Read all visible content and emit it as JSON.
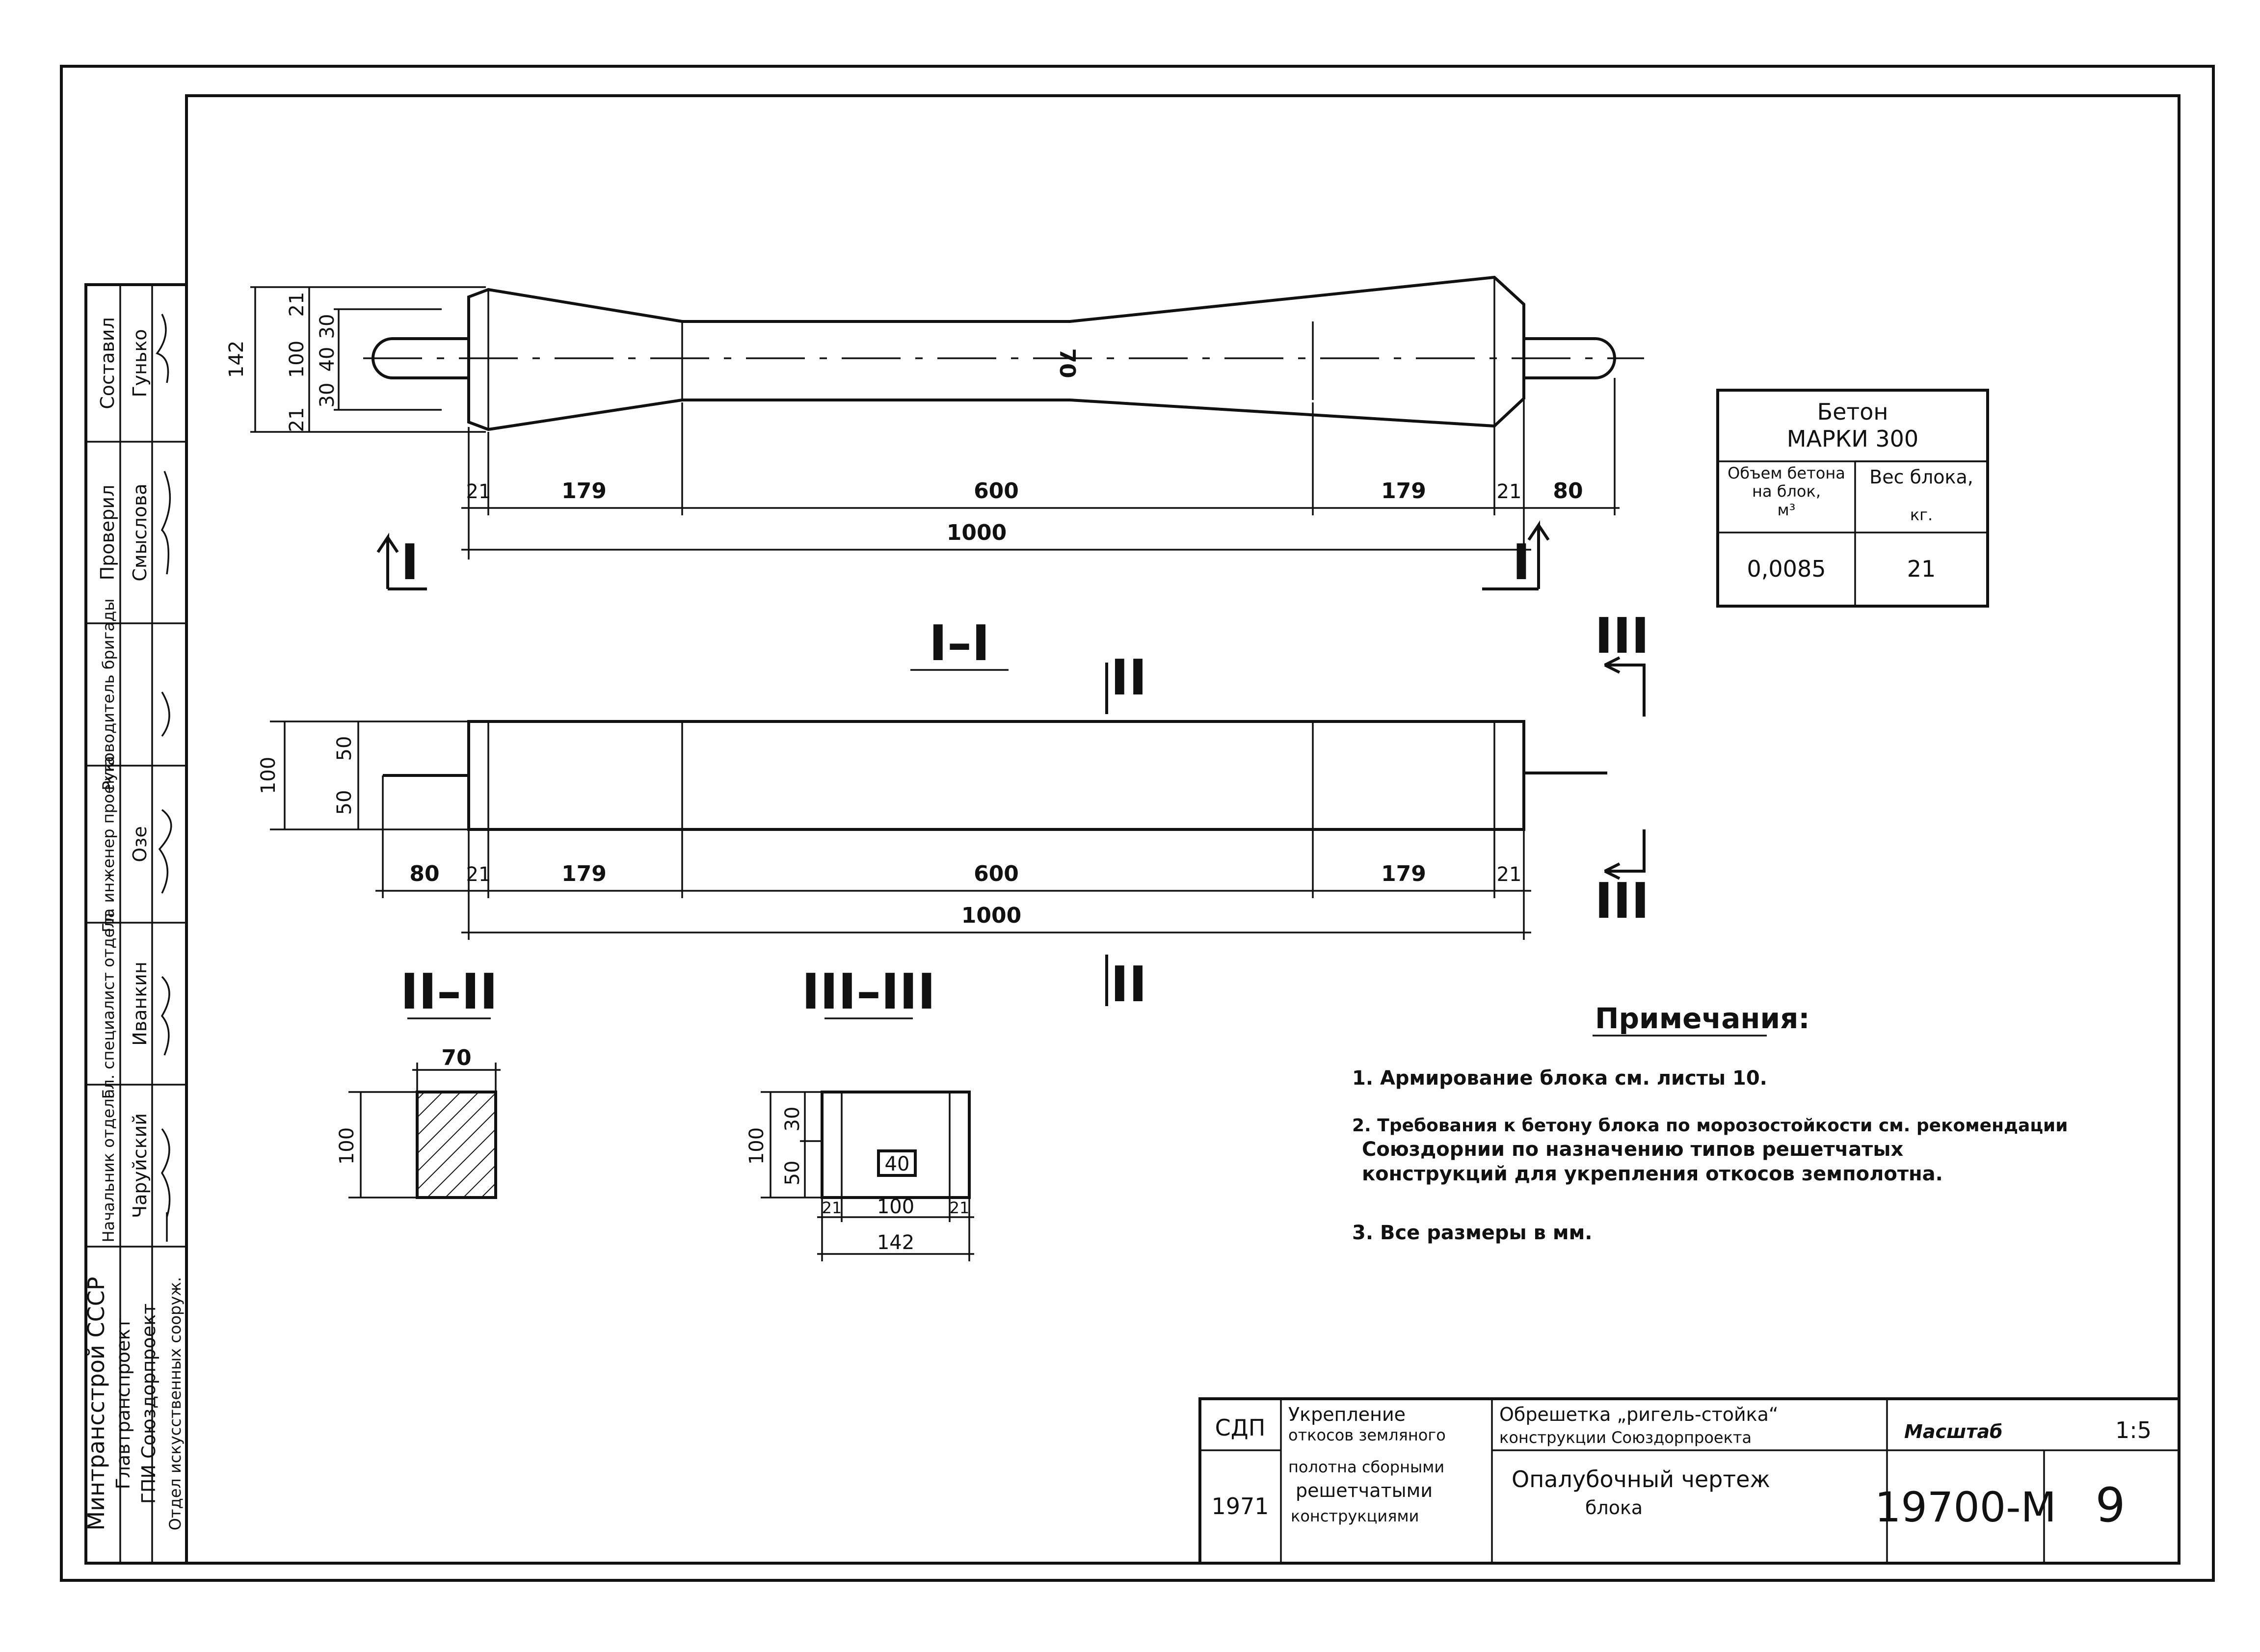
{
  "colors": {
    "ink": "#111111",
    "paper": "#ffffff"
  },
  "icons": [
    "section-arrow-icon",
    "hatch-pattern-icon"
  ],
  "plan_view": {
    "dims_left": {
      "total": "142",
      "top": "21",
      "bottom": "21",
      "mid": "100",
      "a": "30",
      "b": "40",
      "c": "30"
    },
    "center_mark": "70",
    "dims_bottom": {
      "d1": "21",
      "d2": "179",
      "d3": "600",
      "d4": "179",
      "d5": "21",
      "d6": "80",
      "overall": "1000"
    },
    "section_mark_left": "I",
    "section_mark_right": "I"
  },
  "section_I_title": "I–I",
  "elevation_view": {
    "dims_left": {
      "total": "100",
      "top": "50",
      "bottom": "50"
    },
    "dims_bottom": {
      "d1": "80",
      "d2": "21",
      "d3": "179",
      "d4": "600",
      "d5": "179",
      "d6": "21",
      "overall": "1000"
    },
    "mark_II_top": "II",
    "mark_II_bottom": "II",
    "mark_III_top": "III",
    "mark_III_bottom": "III"
  },
  "section_II": {
    "title": "II–II",
    "width": "70",
    "height": "100"
  },
  "section_III": {
    "title": "III–III",
    "height": "100",
    "h1": "30",
    "h2": "50",
    "inner": "40",
    "w1": "21",
    "w2": "100",
    "w3": "21",
    "overall": "142"
  },
  "concrete_table": {
    "header": "Бетон",
    "header2": "МАРКИ 300",
    "col1_label1": "Объем бетона",
    "col1_label2": "на блок,",
    "col1_label3": "м³",
    "col2_label1": "Вес блока,",
    "col2_label2": "кг.",
    "volume": "0,0085",
    "weight": "21"
  },
  "notes": {
    "title": "Примечания:",
    "n1": "1. Армирование блока см. листы 10.",
    "n2a": "2. Требования к бетону блока по морозостойкости см. рекомендации",
    "n2b": "Союздорнии по назначению типов решетчатых",
    "n2c": "конструкций для укрепления откосов земполотна.",
    "n3": "3. Все размеры в мм."
  },
  "side_stamp": {
    "org1": "Минтрансстрой СССР",
    "org2": "Главтранспроект",
    "org3": "ГПИ Союздорпроект",
    "org4": "Отдел искусственных сооруж.",
    "role1": "Начальник отдела",
    "name1": "Чаруйский",
    "role2": "Гл. специалист отдела",
    "name2": "Иванкин",
    "role3": "Гл. инженер проекта",
    "name3": "Озе",
    "role4": "Руководитель бригады",
    "name4": "",
    "role5": "Проверил",
    "name5": "Смыслова",
    "role6": "Составил",
    "name6": "Гунько"
  },
  "title_block": {
    "code": "СДП",
    "year": "1971",
    "desc1": "Укрепление",
    "desc2": "откосов земляного",
    "desc3": "полотна сборными",
    "desc4": "решетчатыми",
    "desc5": "конструкциями",
    "subject1": "Обрешетка „ригель-стойка“",
    "subject2": "конструкции Союздорпроекта",
    "sheet_title1": "Опалубочный чертеж",
    "sheet_title2": "блока",
    "scale_label": "Масштаб",
    "scale": "1:5",
    "doc_number": "19700-М",
    "sheet": "9"
  }
}
